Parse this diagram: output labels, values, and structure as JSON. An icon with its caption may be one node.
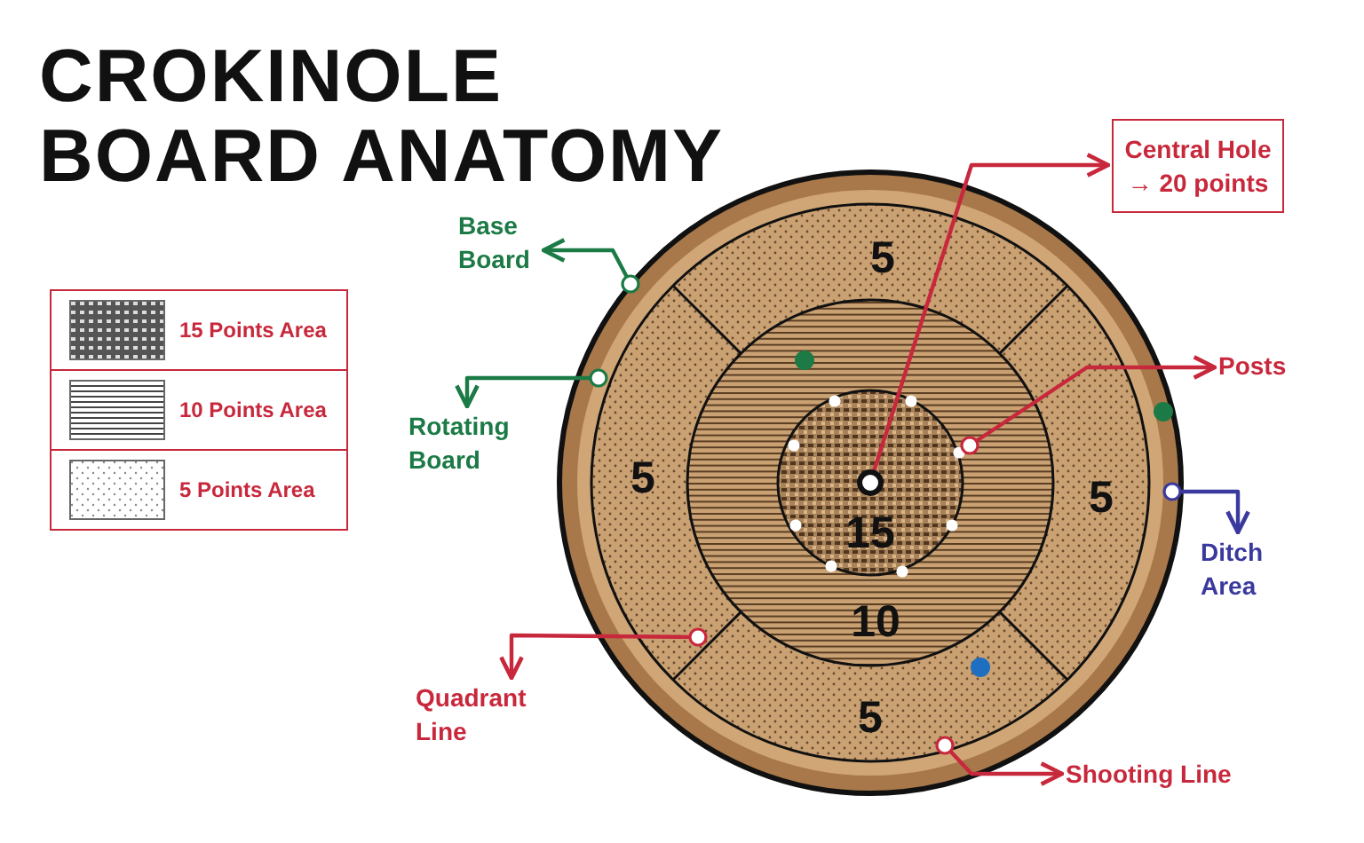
{
  "diagram": {
    "title": "CROKINOLE BOARD ANATOMY",
    "nodes": [
      {
        "text": [
          "Central Hole → 20 points"
        ]
      },
      {
        "text": [
          "Base Board"
        ]
      },
      {
        "text": [
          "Posts"
        ]
      },
      {
        "text": [
          "Rotating Board"
        ]
      },
      {
        "text": [
          "Ditch Area"
        ]
      },
      {
        "text": [
          "Quadrant Line"
        ]
      },
      {
        "text": [
          "Shooting Line"
        ]
      },
      {
        "text": [],
        "shape": "circle"
      },
      {
        "text": [],
        "shape": "circle"
      },
      {
        "text": [],
        "shape": "circle"
      },
      {
        "text": [],
        "shape": "circle"
      },
      {
        "text": [],
        "shape": "circle"
      },
      {
        "text": [],
        "shape": "circle"
      },
      {
        "text": [],
        "shape": "circle"
      }
    ],
    "edges": [
      {
        "from": 7,
        "to": 0,
        "arrow": "to"
      },
      {
        "from": 8,
        "to": 1,
        "arrow": "to",
        "color": "#1b7a45"
      },
      {
        "from": 9,
        "to": 3,
        "arrow": "to",
        "color": "#1b7a45"
      },
      {
        "from": 10,
        "to": 2,
        "arrow": "to"
      },
      {
        "from": 11,
        "to": 4,
        "arrow": "to",
        "color": "#3a3a9e"
      },
      {
        "from": 12,
        "to": 5,
        "arrow": "to"
      },
      {
        "from": 13,
        "to": 6,
        "arrow": "to"
      }
    ],
    "labels": [
      "5",
      "5",
      "5",
      "15",
      "10",
      "5"
    ],
    "legend": [
      {
        "text": "15 Points Area"
      },
      {
        "text": "10 Points Area"
      },
      {
        "text": "5 Points Area"
      }
    ]
  }
}
